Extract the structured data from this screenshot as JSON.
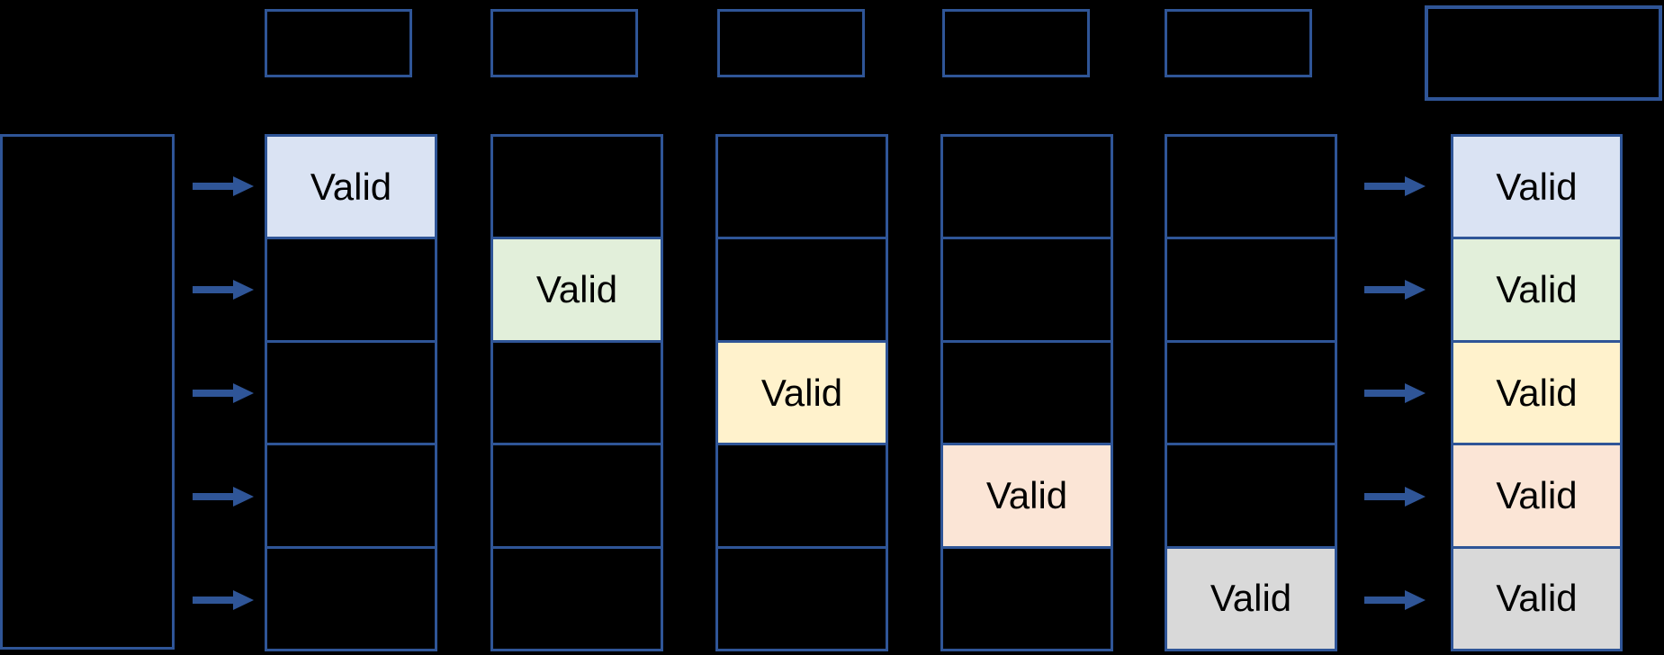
{
  "diagram": {
    "background_color": "#000000",
    "border_color": "#2F5597",
    "arrow_color": "#2F5597",
    "text_color": "#000000",
    "valid_label": "Valid",
    "page_tables": [
      {
        "cells": [
          {
            "label": "Valid",
            "fill": "#DAE3F3"
          },
          {},
          {},
          {},
          {}
        ]
      },
      {
        "cells": [
          {},
          {
            "label": "Valid",
            "fill": "#E2EFDA"
          },
          {},
          {},
          {}
        ]
      },
      {
        "cells": [
          {},
          {},
          {
            "label": "Valid",
            "fill": "#FFF2CC"
          },
          {},
          {}
        ]
      },
      {
        "cells": [
          {},
          {},
          {},
          {
            "label": "Valid",
            "fill": "#FBE5D6"
          },
          {}
        ]
      },
      {
        "cells": [
          {},
          {},
          {},
          {},
          {
            "label": "Valid",
            "fill": "#D9D9D9"
          }
        ]
      }
    ],
    "result_table": {
      "cells": [
        {
          "label": "Valid",
          "fill": "#DAE3F3"
        },
        {
          "label": "Valid",
          "fill": "#E2EFDA"
        },
        {
          "label": "Valid",
          "fill": "#FFF2CC"
        },
        {
          "label": "Valid",
          "fill": "#FBE5D6"
        },
        {
          "label": "Valid",
          "fill": "#D9D9D9"
        }
      ]
    }
  }
}
